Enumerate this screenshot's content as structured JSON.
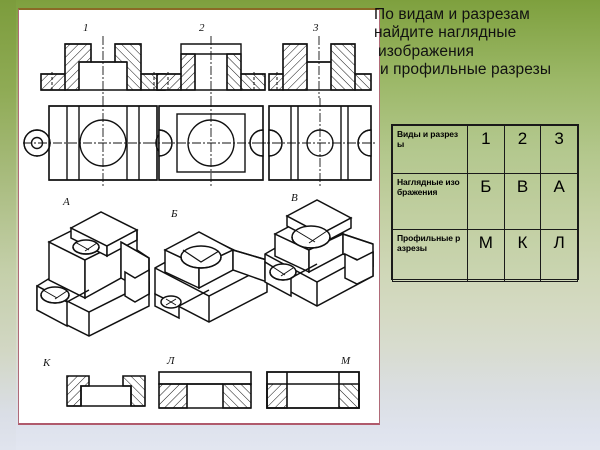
{
  "slide": {
    "heading_lines": [
      "По видам и разрезам",
      "найдите наглядные",
      "изображения",
      "и профильные разрезы"
    ],
    "colors": {
      "background_top": "#7ea03e",
      "background_bottom": "#e2e6f0",
      "panel_background": "#ffffff",
      "panel_border_top": "#8a6a26",
      "panel_border_bottom": "#b05a6c",
      "table_border": "#1a1a1a",
      "text": "#111111"
    }
  },
  "table": {
    "rows": [
      {
        "label": "Виды и разрезы",
        "cells": [
          "1",
          "2",
          "3"
        ]
      },
      {
        "label": "Наглядные изображения",
        "cells": [
          "Б",
          "В",
          "А"
        ]
      },
      {
        "label": "Профильные разрезы",
        "cells": [
          "М",
          "К",
          "Л"
        ]
      }
    ]
  },
  "drawing": {
    "views_row_labels": [
      "1",
      "2",
      "3"
    ],
    "isometric_row_labels": [
      "А",
      "Б",
      "В"
    ],
    "sections_row_labels": [
      "К",
      "Л",
      "М"
    ]
  }
}
